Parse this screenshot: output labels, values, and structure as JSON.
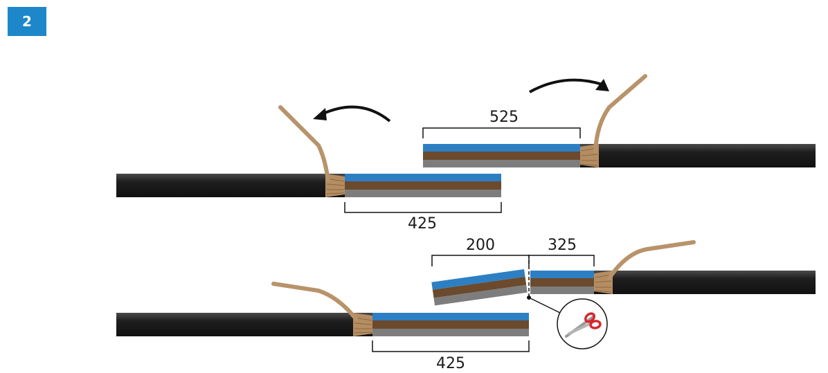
{
  "step": {
    "number": "2"
  },
  "colors": {
    "cable": "#1b1b1b",
    "layer_blue": "#2d7fc3",
    "layer_brown": "#6b4a2e",
    "layer_gray": "#7d7d7d",
    "strand": "#b8936a",
    "scissors": "#d9252b"
  },
  "dimensions": {
    "top_right": "525",
    "top_left": "425",
    "bottom_cut_left": "200",
    "bottom_cut_right": "325",
    "bottom_left": "425"
  },
  "icons": {
    "scissors": "scissors-icon",
    "arrow": "curved-arrow-icon"
  }
}
